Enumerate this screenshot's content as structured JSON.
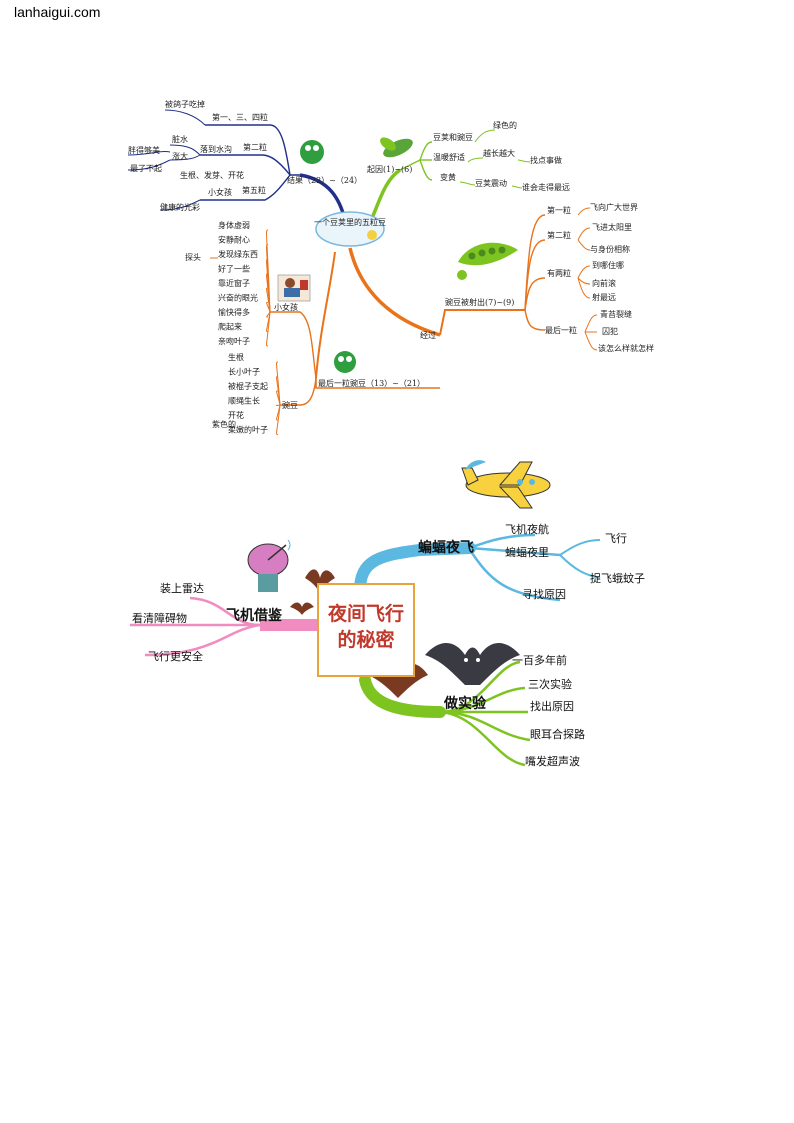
{
  "site": {
    "name": "lanhaigui.com"
  },
  "map1": {
    "center": "一个豆荚里的五粒豆",
    "branches": {
      "jieguo": {
        "label": "结果（22）~（24）",
        "groups": {
          "g1": {
            "label": "第一、三、四粒",
            "leaf": "被鸽子吃掉"
          },
          "g2": {
            "label": "第二粒",
            "sub": "落到水沟",
            "leaves": [
              "脏水",
              "涨大"
            ],
            "subleaves": [
              "胖得够美",
              "最了不起"
            ]
          },
          "g3": {
            "label": "第五粒",
            "sub1": "生根、发芽、开花",
            "sub2": "小女孩",
            "leaf": "健康的光彩"
          }
        }
      },
      "qiyin": {
        "label": "起因(1)~(6)",
        "items": [
          {
            "label": "豆荚和豌豆",
            "leaf": "绿色的"
          },
          {
            "label": "温暖舒适",
            "leaf": "越长越大",
            "subleaf": "找点事做"
          },
          {
            "label": "变黄",
            "leaf": "豆荚震动",
            "subleaf": "谁会走得最远"
          }
        ]
      },
      "jingguo": {
        "label": "经过",
        "sub": "豌豆被射出(7)~(9)",
        "groups": [
          {
            "label": "第一粒",
            "leaves": [
              "飞向广大世界"
            ]
          },
          {
            "label": "第二粒",
            "leaves": [
              "飞进太阳里",
              "与身份相称"
            ]
          },
          {
            "label": "有两粒",
            "leaves": [
              "到哪住哪",
              "向前滚",
              "射最远"
            ]
          },
          {
            "label": "最后一粒",
            "leaves": [
              "青苔裂缝",
              "囚犯",
              "该怎么样就怎样"
            ]
          }
        ]
      },
      "zuihou": {
        "label": "最后一粒豌豆（13）~（21）",
        "girl": {
          "label": "小女孩",
          "leaves": [
            "身体虚弱",
            "安静耐心",
            "发现绿东西",
            "好了一些",
            "靠近窗子",
            "兴奋的眼光",
            "愉快得多",
            "爬起来",
            "亲吻叶子"
          ],
          "extra": "探头"
        },
        "pea": {
          "label": "豌豆",
          "leaves": [
            "生根",
            "长小叶子",
            "被棍子支起",
            "顺绳生长",
            "开花",
            "柔嫩的叶子"
          ],
          "extra": "紫色的"
        }
      }
    }
  },
  "map2": {
    "center": [
      "夜间飞行",
      "的秘密"
    ],
    "bat": {
      "label": "蝙蝠夜飞",
      "sub": [
        "飞机夜航",
        "蝙蝠夜里",
        "寻找原因"
      ],
      "leaves": [
        "飞行",
        "捉飞蛾蚊子"
      ]
    },
    "plane": {
      "label": "飞机借鉴",
      "leaves": [
        "装上雷达",
        "看清障碍物",
        "飞行更安全"
      ]
    },
    "exp": {
      "label": "做实验",
      "leaves": [
        "一百多年前",
        "三次实验",
        "找出原因",
        "眼耳合探路",
        "嘴发超声波"
      ]
    },
    "colors": {
      "bat": "#5bb8e0",
      "plane": "#f08cc0",
      "exp": "#7ec421",
      "center_border": "#e8a33a"
    }
  },
  "icons": [
    "pea-pod-icon",
    "green-pea-icon",
    "airplane-icon",
    "radar-dish-icon",
    "bat-icon",
    "girl-reading-icon"
  ]
}
